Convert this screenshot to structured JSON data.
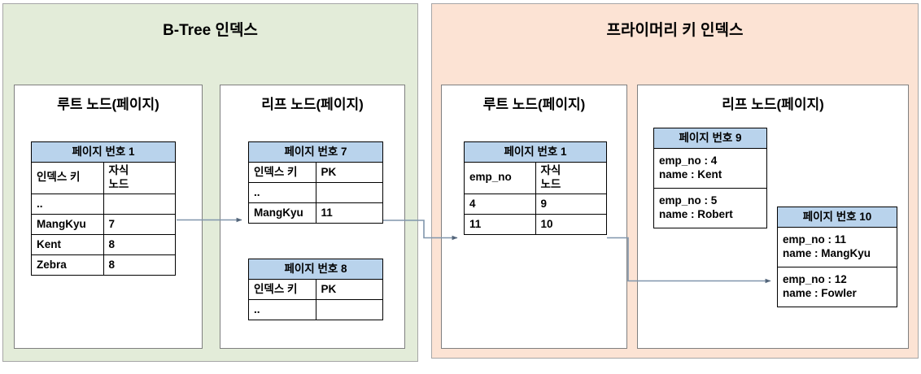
{
  "diagram": {
    "panels": [
      {
        "id": "btree",
        "title": "B-Tree 인덱스",
        "color": "#e3ecd9"
      },
      {
        "id": "primary",
        "title": "프라이머리 키 인덱스",
        "color": "#fce3d4"
      }
    ],
    "nodes": [
      {
        "id": "btree-root",
        "title": "루트 노드(페이지)"
      },
      {
        "id": "btree-leaf",
        "title": "리프 노드(페이지)"
      },
      {
        "id": "pk-root",
        "title": "루트 노드(페이지)"
      },
      {
        "id": "pk-leaf",
        "title": "리프 노드(페이지)"
      }
    ],
    "tables": {
      "btree_root_page1": {
        "header": "페이지 번호 1",
        "columns": [
          "인덱스 키",
          "자식\n노드"
        ],
        "rows": [
          [
            "..",
            ""
          ],
          [
            "MangKyu",
            "7"
          ],
          [
            "Kent",
            "8"
          ],
          [
            "Zebra",
            "8"
          ]
        ]
      },
      "btree_leaf_page7": {
        "header": "페이지 번호 7",
        "columns": [
          "인덱스 키",
          "PK"
        ],
        "rows": [
          [
            "..",
            ""
          ],
          [
            "MangKyu",
            "11"
          ]
        ]
      },
      "btree_leaf_page8": {
        "header": "페이지 번호 8",
        "columns": [
          "인덱스 키",
          "PK"
        ],
        "rows": [
          [
            "..",
            ""
          ]
        ]
      },
      "pk_root_page1": {
        "header": "페이지 번호 1",
        "columns": [
          "emp_no",
          "자식\n노드"
        ],
        "rows": [
          [
            "4",
            "9"
          ],
          [
            "11",
            "10"
          ]
        ]
      },
      "pk_leaf_page9": {
        "header": "페이지 번호 9",
        "records": [
          "emp_no : 4\nname : Kent",
          "emp_no : 5\nname : Robert"
        ]
      },
      "pk_leaf_page10": {
        "header": "페이지 번호 10",
        "records": [
          "emp_no : 11\nname : MangKyu",
          "emp_no : 12\nname : Fowler"
        ]
      }
    },
    "connectors": [
      {
        "id": "root1-to-leaf7",
        "from": "btree_root_page1",
        "to": "btree_leaf_page7"
      },
      {
        "id": "leaf7-to-pkroot",
        "from": "btree_leaf_page7",
        "to": "pk_root_page1"
      },
      {
        "id": "pkroot-to-page10",
        "from": "pk_root_page1",
        "to": "pk_leaf_page10"
      }
    ],
    "colors": {
      "table_header": "#b9d3ec",
      "panel_green": "#e3ecd9",
      "panel_orange": "#fce3d4",
      "wire": "#8096ac",
      "border": "#000000"
    }
  }
}
